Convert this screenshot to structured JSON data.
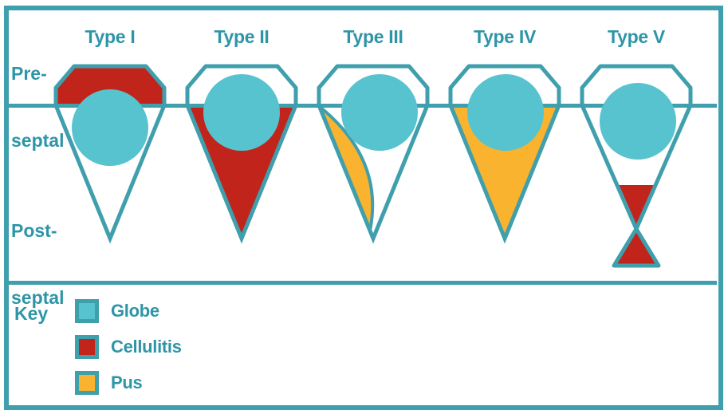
{
  "colors": {
    "outline": "#3f9fad",
    "label_text": "#2e95a7",
    "globe": "#57c3ce",
    "cellulitis": "#c0241b",
    "pus": "#fab32e",
    "background": "#ffffff"
  },
  "diagram": {
    "preseptal_label": [
      "Pre-",
      "septal"
    ],
    "postseptal_label": [
      "Post-",
      "septal"
    ],
    "types": [
      {
        "label": "Type I",
        "preseptal_fill": "cellulitis",
        "orbital_fill": null,
        "subperiosteal_abscess": false,
        "cavernous_extension": false
      },
      {
        "label": "Type II",
        "preseptal_fill": null,
        "orbital_fill": "cellulitis",
        "subperiosteal_abscess": false,
        "cavernous_extension": false
      },
      {
        "label": "Type III",
        "preseptal_fill": null,
        "orbital_fill": null,
        "subperiosteal_abscess": true,
        "cavernous_extension": false
      },
      {
        "label": "Type IV",
        "preseptal_fill": null,
        "orbital_fill": "pus",
        "subperiosteal_abscess": false,
        "cavernous_extension": false
      },
      {
        "label": "Type V",
        "preseptal_fill": null,
        "orbital_fill": null,
        "subperiosteal_abscess": false,
        "cavernous_extension": true
      }
    ]
  },
  "key": {
    "title": "Key",
    "entries": [
      {
        "label": "Globe",
        "fill": "globe"
      },
      {
        "label": "Cellulitis",
        "fill": "cellulitis"
      },
      {
        "label": "Pus",
        "fill": "pus"
      }
    ]
  }
}
